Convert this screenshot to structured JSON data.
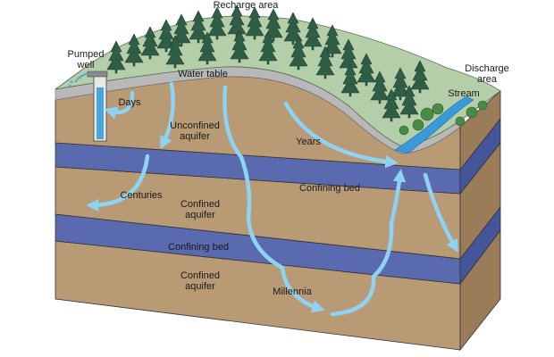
{
  "labels": {
    "recharge_area": "Recharge area",
    "pumped_well_line1": "Pumped",
    "pumped_well_line2": "well",
    "discharge_area_line1": "Discharge",
    "discharge_area_line2": "area",
    "stream": "Stream",
    "water_table": "Water table",
    "days": "Days",
    "unconfined_aquifer_line1": "Unconfined",
    "unconfined_aquifer_line2": "aquifer",
    "years": "Years",
    "centuries": "Centuries",
    "confining_bed_upper": "Confining bed",
    "confined_aquifer_upper_line1": "Confined",
    "confined_aquifer_upper_line2": "aquifer",
    "confining_bed_lower": "Confining bed",
    "confined_aquifer_lower_line1": "Confined",
    "confined_aquifer_lower_line2": "aquifer",
    "millennia": "Millennia"
  },
  "colors": {
    "aquifer": "#b89a74",
    "aquifer_side": "#9a7c58",
    "confining_bed": "#5a6aae",
    "confining_bed_side": "#45559a",
    "water_table": "#b8b8b8",
    "grass": "#b4ceaa",
    "tree": "#2f5d45",
    "shrub": "#4a8a48",
    "stream": "#3a9ad8",
    "flow_arrow": "#8fd3f4",
    "well": "#4aa8d8"
  },
  "icons": {
    "well": "pumped-well-icon",
    "tree": "conifer-tree-icon",
    "shrub": "shrub-icon"
  }
}
